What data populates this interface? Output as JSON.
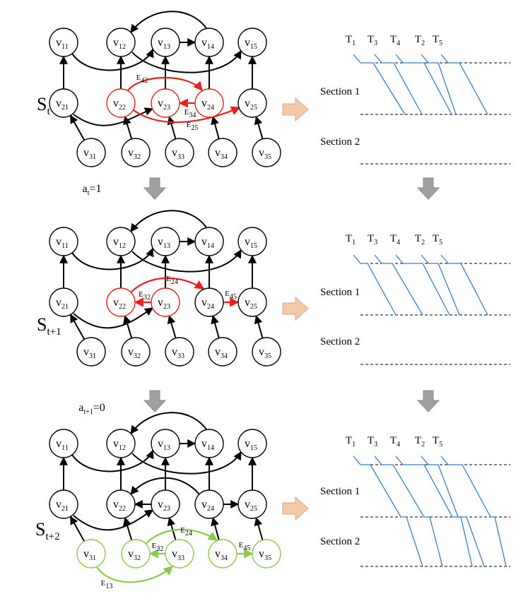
{
  "colors": {
    "normal": "#000000",
    "highlight_red": "#e8201e",
    "highlight_green": "#8cc84b",
    "train_line": "#3a7dc9",
    "arrow_gray": "#a0a0a0",
    "arrow_orange": "#f5c9a8"
  },
  "node_names": {
    "v11": {
      "main": "v",
      "sub": "11"
    },
    "v12": {
      "main": "v",
      "sub": "12"
    },
    "v13": {
      "main": "v",
      "sub": "13"
    },
    "v14": {
      "main": "v",
      "sub": "14"
    },
    "v15": {
      "main": "v",
      "sub": "15"
    },
    "v21": {
      "main": "v",
      "sub": "21"
    },
    "v22": {
      "main": "v",
      "sub": "22"
    },
    "v23": {
      "main": "v",
      "sub": "23"
    },
    "v24": {
      "main": "v",
      "sub": "24"
    },
    "v25": {
      "main": "v",
      "sub": "25"
    },
    "v31": {
      "main": "v",
      "sub": "31"
    },
    "v32": {
      "main": "v",
      "sub": "32"
    },
    "v33": {
      "main": "v",
      "sub": "33"
    },
    "v34": {
      "main": "v",
      "sub": "34"
    },
    "v35": {
      "main": "v",
      "sub": "35"
    }
  },
  "states": [
    {
      "label": {
        "main": "S",
        "sub": "t"
      },
      "highlight_color": "red",
      "highlight_nodes": [
        "v22",
        "v23",
        "v24"
      ],
      "highlight_edges": [
        {
          "from": "v22",
          "to": "v24",
          "label_main": "E",
          "label_sub": "42"
        },
        {
          "from": "v24",
          "to": "v23",
          "label_main": "E",
          "label_sub": "34"
        },
        {
          "from": "v22",
          "to": "v25",
          "label_main": "E",
          "label_sub": "25"
        }
      ]
    },
    {
      "label": {
        "main": "S",
        "sub": "t+1"
      },
      "highlight_color": "red",
      "highlight_nodes": [
        "v22",
        "v23"
      ],
      "highlight_edges": [
        {
          "from": "v23",
          "to": "v22",
          "label_main": "E",
          "label_sub": "32"
        },
        {
          "from": "v22",
          "to": "v24",
          "label_main": "E",
          "label_sub": "24"
        },
        {
          "from": "v24",
          "to": "v25",
          "label_main": "E",
          "label_sub": "45"
        }
      ]
    },
    {
      "label": {
        "main": "S",
        "sub": "t+2"
      },
      "highlight_color": "green",
      "highlight_nodes": [
        "v31",
        "v32",
        "v33",
        "v34",
        "v35"
      ],
      "highlight_edges": [
        {
          "from": "v33",
          "to": "v32",
          "label_main": "E",
          "label_sub": "32"
        },
        {
          "from": "v32",
          "to": "v34",
          "label_main": "E",
          "label_sub": "24"
        },
        {
          "from": "v34",
          "to": "v35",
          "label_main": "E",
          "label_sub": "45"
        },
        {
          "from": "v31",
          "to": "v33",
          "label_main": "E",
          "label_sub": "13"
        }
      ]
    }
  ],
  "actions": [
    {
      "main": "a",
      "sub": "t",
      "value": "=1"
    },
    {
      "main": "a",
      "sub": "t+1",
      "value": "=0"
    }
  ],
  "trains": [
    {
      "main": "T",
      "sub": "1"
    },
    {
      "main": "T",
      "sub": "3"
    },
    {
      "main": "T",
      "sub": "4"
    },
    {
      "main": "T",
      "sub": "2"
    },
    {
      "main": "T",
      "sub": "5"
    }
  ],
  "sections": [
    "Section 1",
    "Section 2"
  ]
}
